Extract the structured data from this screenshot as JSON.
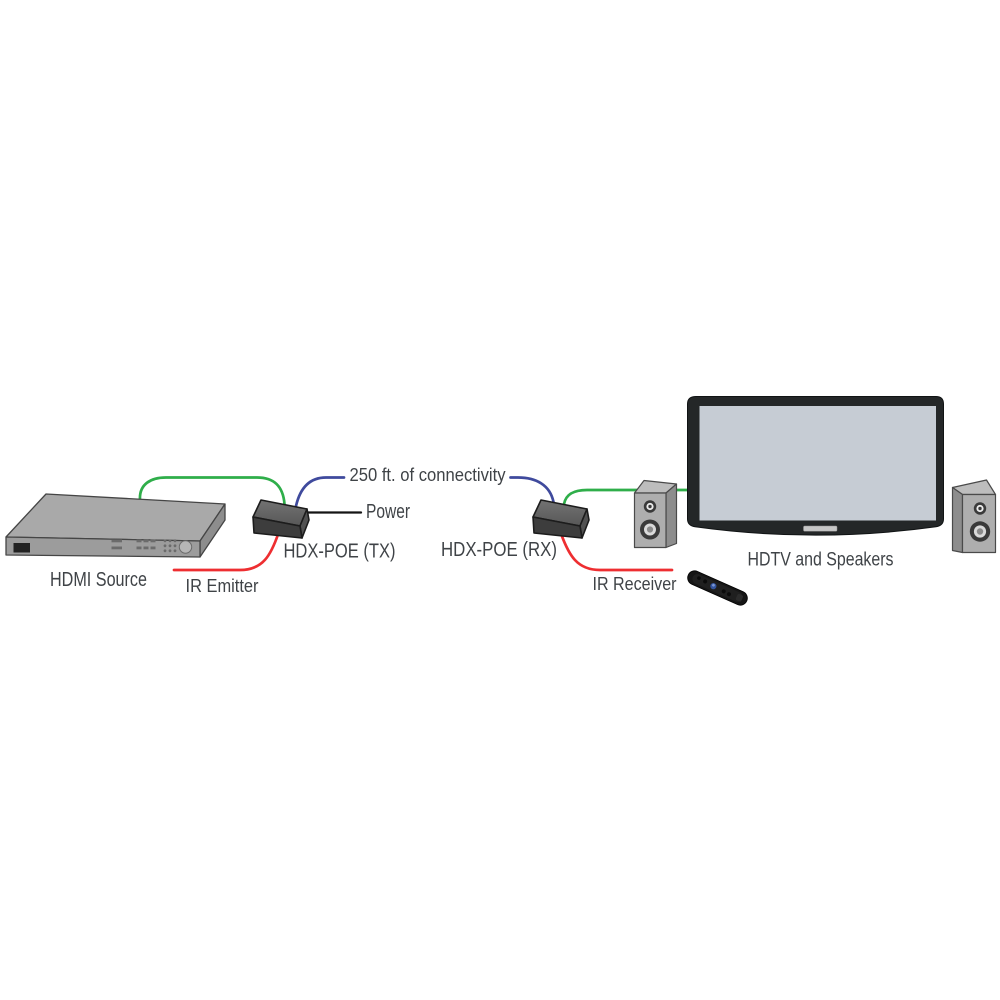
{
  "diagram": {
    "source": {
      "label": "HDMI Source"
    },
    "tx": {
      "label": "HDX-POE (TX)"
    },
    "rx": {
      "label": "HDX-POE (RX)"
    },
    "connections": {
      "connectivity_label": "250 ft. of connectivity",
      "power_label": "Power",
      "ir_emitter_label": "IR Emitter",
      "ir_receiver_label": "IR Receiver"
    },
    "display": {
      "label": "HDTV and Speakers"
    },
    "colors": {
      "hdmi_cable_green": "#2fae4a",
      "connectivity_cable_blue": "#3f4a9d",
      "ir_cable_red": "#ee2e31",
      "power_line_black": "#141414",
      "label_text": "#3f4347",
      "tv_bezel": "#242728",
      "tv_screen": "#c6ccd4",
      "device_gray": "#a9a9a9"
    }
  }
}
